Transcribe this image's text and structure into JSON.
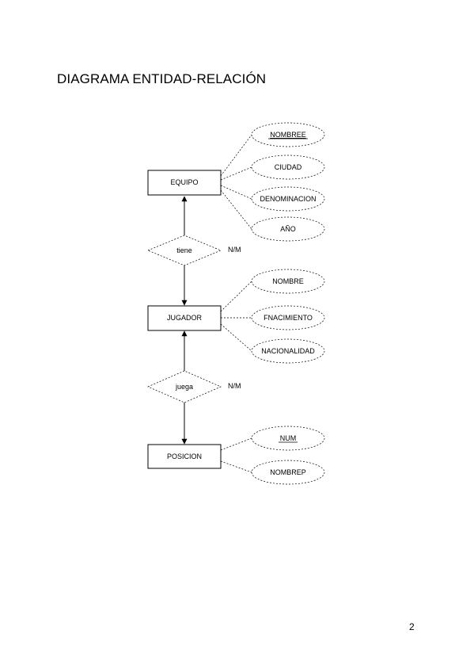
{
  "page": {
    "title": "DIAGRAMA ENTIDAD-RELACIÓN",
    "number": "2"
  },
  "entities": {
    "equipo": "EQUIPO",
    "jugador": "JUGADOR",
    "posicion": "POSICION"
  },
  "relationships": {
    "tiene": {
      "label": "tiene",
      "cardinality": "N/M"
    },
    "juega": {
      "label": "juega",
      "cardinality": "N/M"
    }
  },
  "attributes": {
    "equipo": [
      "NOMBREE",
      "CIUDAD",
      "DENOMINACION",
      "AÑO"
    ],
    "jugador": [
      "NOMBRE",
      "FNACIMIENTO",
      "NACIONALIDAD"
    ],
    "posicion": [
      "NUM",
      "NOMBREP"
    ]
  },
  "keys": {
    "equipo": "NOMBREE",
    "posicion": "NUM"
  }
}
